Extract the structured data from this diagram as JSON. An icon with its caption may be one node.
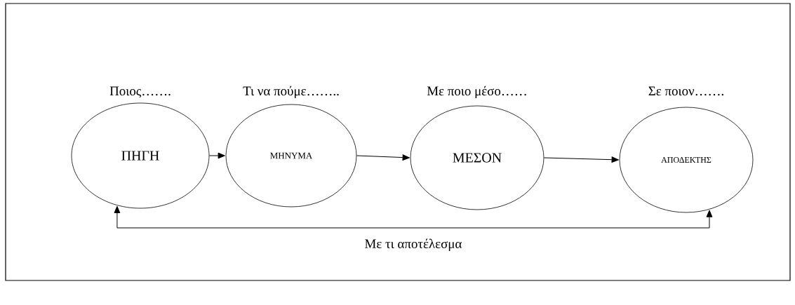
{
  "diagram": {
    "nodes": [
      {
        "text": [
          "Ποιος…….",
          "ΠΗΓΗ"
        ]
      },
      {
        "text": [
          "Τι να πούμε……..",
          "ΜΗΝΥΜΑ"
        ]
      },
      {
        "text": [
          "Με ποιο μέσο……",
          "ΜΕΣΟΝ"
        ]
      },
      {
        "text": [
          "Σε ποιον…….",
          "ΑΠΟΔΕΚΤΗΣ"
        ]
      }
    ],
    "edges": [
      {
        "from": 0,
        "to": 1,
        "arrow": "to"
      },
      {
        "from": 1,
        "to": 2,
        "arrow": "to"
      },
      {
        "from": 2,
        "to": 3,
        "arrow": "to"
      },
      {
        "from": 3,
        "to": 0,
        "arrow": "both",
        "label": "Με τι αποτέλεσμα"
      }
    ]
  }
}
